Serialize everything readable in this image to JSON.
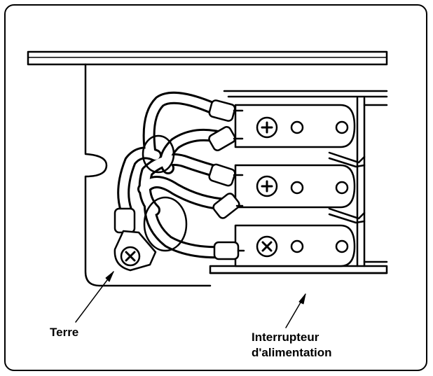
{
  "labels": {
    "ground": "Terre",
    "power_switch_line1": "Interrupteur",
    "power_switch_line2": "d'alimentation"
  },
  "colors": {
    "ink": "#000000",
    "paper": "#ffffff",
    "wire_fill": "#ffffff"
  },
  "icons": {
    "terminal_screw": "cross-head-screw-icon",
    "ground_screw": "cross-head-screw-icon"
  }
}
